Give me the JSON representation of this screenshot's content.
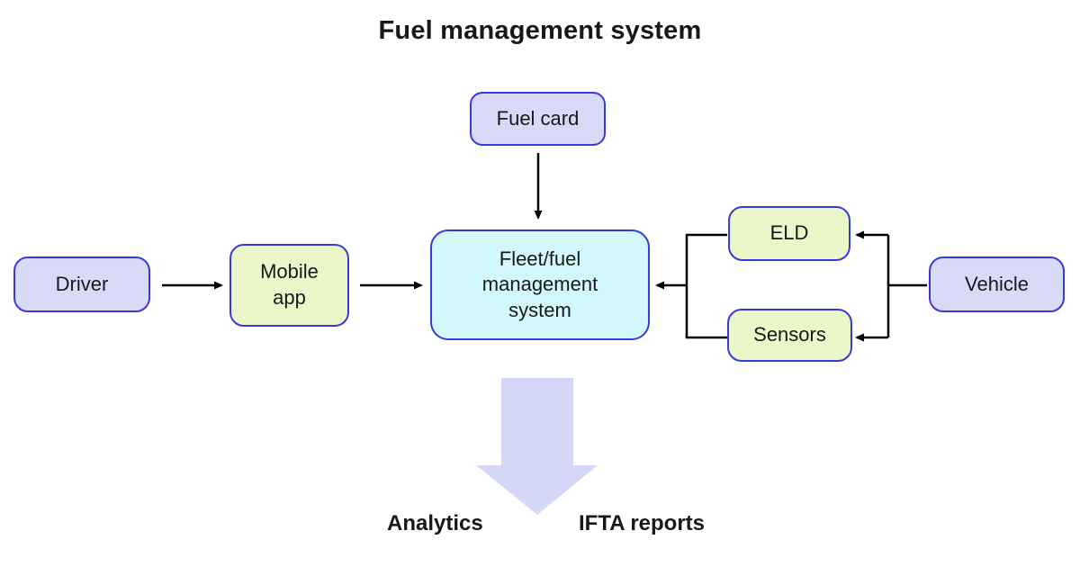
{
  "title": "Fuel management system",
  "nodes": {
    "fuel_card": {
      "label": "Fuel card"
    },
    "driver": {
      "label": "Driver"
    },
    "mobile_app": {
      "label": "Mobile app"
    },
    "fleet_fuel_management_system": {
      "label": "Fleet/fuel management system"
    },
    "eld": {
      "label": "ELD"
    },
    "sensors": {
      "label": "Sensors"
    },
    "vehicle": {
      "label": "Vehicle"
    }
  },
  "outputs": {
    "analytics": "Analytics",
    "ifta_reports": "IFTA reports"
  },
  "connections": [
    "fuel_card -> fleet_fuel_management_system",
    "driver -> mobile_app",
    "mobile_app -> fleet_fuel_management_system",
    "eld -> fleet_fuel_management_system",
    "sensors -> fleet_fuel_management_system",
    "vehicle -> eld",
    "vehicle -> sensors",
    "fleet_fuel_management_system -> outputs"
  ],
  "colors": {
    "node_border": "#3a3ad9",
    "lavender_fill": "#d9daf7",
    "green_fill": "#ebf7c8",
    "cyan_fill": "#d2f8fc",
    "big_arrow_fill": "#d5d7f6",
    "connector": "#000000",
    "text": "#18181b",
    "background": "#ffffff"
  }
}
